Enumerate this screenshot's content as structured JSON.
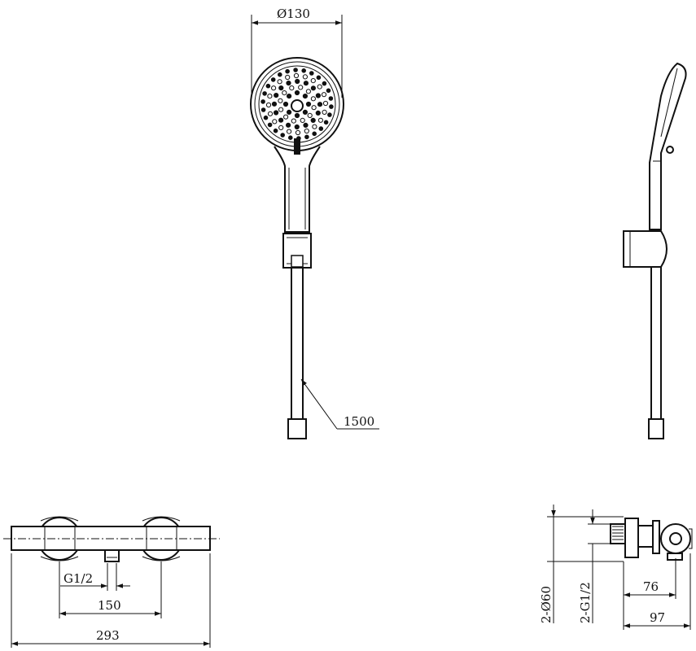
{
  "dimensions": {
    "head_diameter": "Ø130",
    "hose_length": "1500",
    "inlet_thread": "G1/2",
    "inlet_spacing": "150",
    "overall_width": "293",
    "side_offset_short": "76",
    "side_offset_long": "97",
    "side_thread": "2-G1/2",
    "side_diameter": "2-Ø60"
  },
  "colors": {
    "line": "#111111",
    "background": "#ffffff"
  }
}
